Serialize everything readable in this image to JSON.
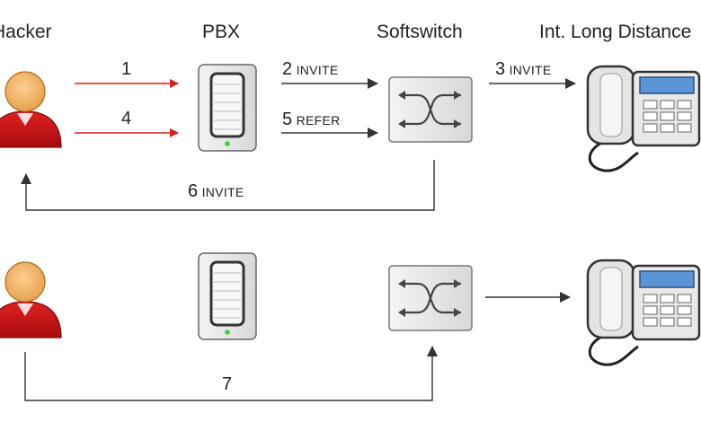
{
  "headers": {
    "hacker": "Hacker",
    "pbx": "PBX",
    "softswitch": "Softswitch",
    "long_distance": "Int. Long Distance"
  },
  "flow": {
    "step1": {
      "number": "1"
    },
    "step2": {
      "number": "2",
      "label": "INVITE"
    },
    "step3": {
      "number": "3",
      "label": "INVITE"
    },
    "step4": {
      "number": "4"
    },
    "step5": {
      "number": "5",
      "label": "REFER"
    },
    "step6": {
      "number": "6",
      "label": "INVITE"
    },
    "step7": {
      "number": "7"
    }
  },
  "colors": {
    "attack_arrow": "#d81b1b",
    "normal_arrow": "#333333",
    "user_body": "#cc1111",
    "user_head": "#f2b769",
    "device_bg": "#e6e6e6",
    "led": "#3bd13b"
  }
}
